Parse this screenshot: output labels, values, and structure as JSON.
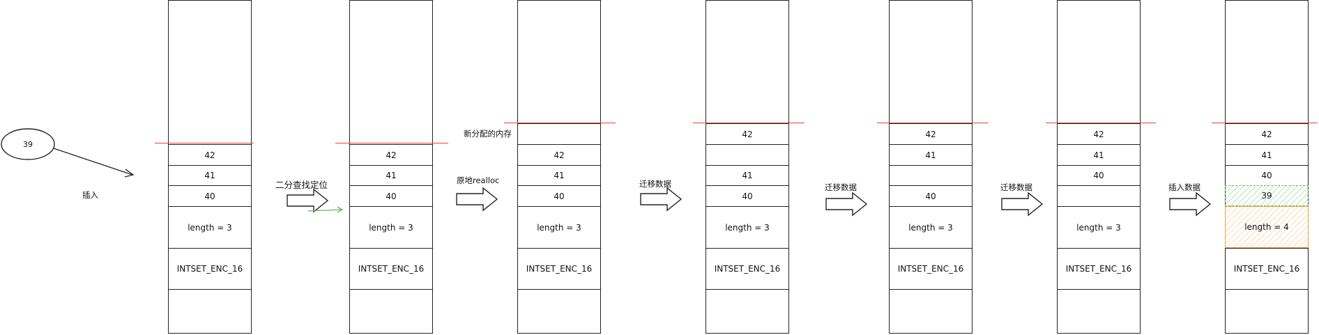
{
  "input": {
    "value": "39",
    "insert_label": "插入"
  },
  "steps": [
    "二分查找定位",
    "原地realloc",
    "迁移数据",
    "迁移数据",
    "迁移数据",
    "插入数据"
  ],
  "new_memory_label": "新分配的内存",
  "columns": [
    {
      "cells": [
        "42",
        "41",
        "40",
        "length = 3",
        "INTSET_ENC_16"
      ]
    },
    {
      "cells": [
        "42",
        "41",
        "40",
        "length = 3",
        "INTSET_ENC_16"
      ]
    },
    {
      "cells": [
        "",
        "42",
        "41",
        "40",
        "length = 3",
        "INTSET_ENC_16"
      ]
    },
    {
      "cells": [
        "42",
        "",
        "41",
        "40",
        "length = 3",
        "INTSET_ENC_16"
      ]
    },
    {
      "cells": [
        "42",
        "41",
        "",
        "40",
        "length = 3",
        "INTSET_ENC_16"
      ]
    },
    {
      "cells": [
        "42",
        "41",
        "40",
        "",
        "length = 3",
        "INTSET_ENC_16"
      ]
    },
    {
      "cells": [
        "42",
        "41",
        "40",
        "39",
        "length = 4",
        "INTSET_ENC_16"
      ]
    }
  ],
  "colors": {
    "red_line": "#e0453d",
    "green": "#6cb35a",
    "orange": "#e8a33b"
  }
}
